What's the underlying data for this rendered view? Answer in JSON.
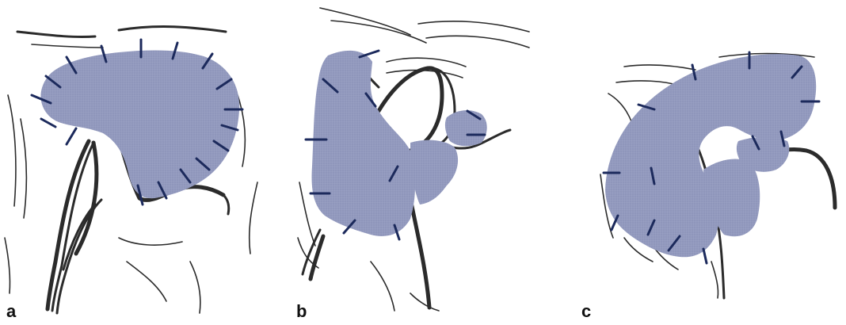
{
  "figure": {
    "panels": [
      {
        "label": "a"
      },
      {
        "label": "b"
      },
      {
        "label": "c"
      }
    ],
    "colors": {
      "region_fill": "#8f96bb",
      "suture_ticks": "#1c2a5c",
      "outline_strokes": "#2b2b2b"
    }
  }
}
